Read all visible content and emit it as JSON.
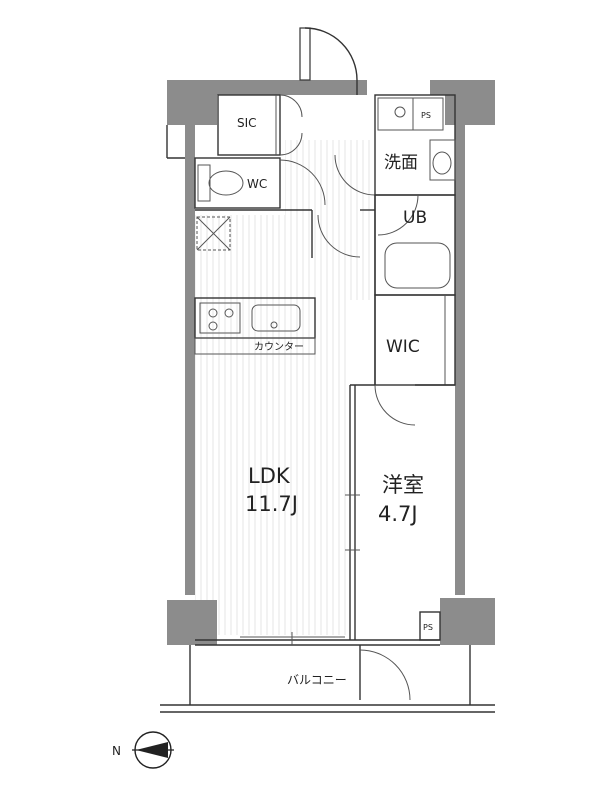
{
  "rooms": {
    "sic": "SIC",
    "wc": "WC",
    "ps_top": "PS",
    "washroom": "洗面",
    "ub": "UB",
    "wic": "WIC",
    "counter": "カウンター",
    "ldk_name": "LDK",
    "ldk_size": "11.7J",
    "western_name": "洋室",
    "western_size": "4.7J",
    "ps_bottom": "PS",
    "balcony": "バルコニー"
  },
  "compass": {
    "north": "N"
  }
}
